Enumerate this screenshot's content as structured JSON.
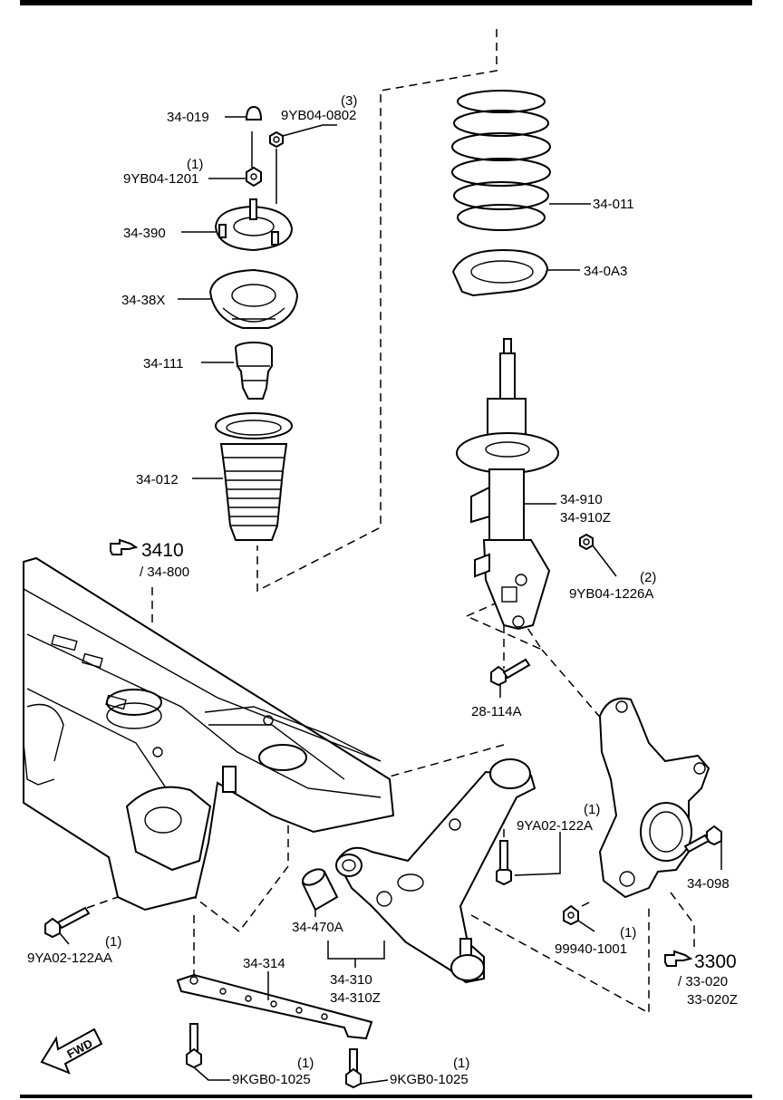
{
  "parts": {
    "cap": "34-019",
    "nut_top": "9YB04-0802",
    "nut_top_qty": "(3)",
    "nut_center": "9YB04-1201",
    "nut_center_qty": "(1)",
    "mount": "34-390",
    "bearing": "34-38X",
    "bump_stop": "34-111",
    "dust_boot": "34-012",
    "spring": "34-011",
    "spring_seat": "34-0A3",
    "strut": "34-910",
    "strut_z": "34-910Z",
    "strut_nut": "9YB04-1226A",
    "strut_nut_qty": "(2)",
    "strut_bolt": "28-114A",
    "arm_bolt": "9YA02-122A",
    "arm_bolt_qty": "(1)",
    "knuckle_bolt": "34-098",
    "knuckle_nut": "99940-1001",
    "knuckle_nut_qty": "(1)",
    "bushing": "34-470A",
    "arm": "34-310",
    "arm_z": "34-310Z",
    "bracket": "34-314",
    "frame_bolt": "9YA02-122AA",
    "frame_bolt_qty": "(1)",
    "bracket_bolt_1": "9KGB0-1025",
    "bracket_bolt_1_qty": "(1)",
    "bracket_bolt_2": "9KGB0-1025",
    "bracket_bolt_2_qty": "(1)"
  },
  "refs": {
    "frame_group": "3410",
    "frame_sub": "/ 34-800",
    "knuckle_group": "3300",
    "knuckle_sub": "/ 33-020",
    "knuckle_sub_z": "33-020Z"
  },
  "fwd": "FWD",
  "icons": [
    "pointing-hand-icon",
    "fwd-arrow-icon"
  ]
}
